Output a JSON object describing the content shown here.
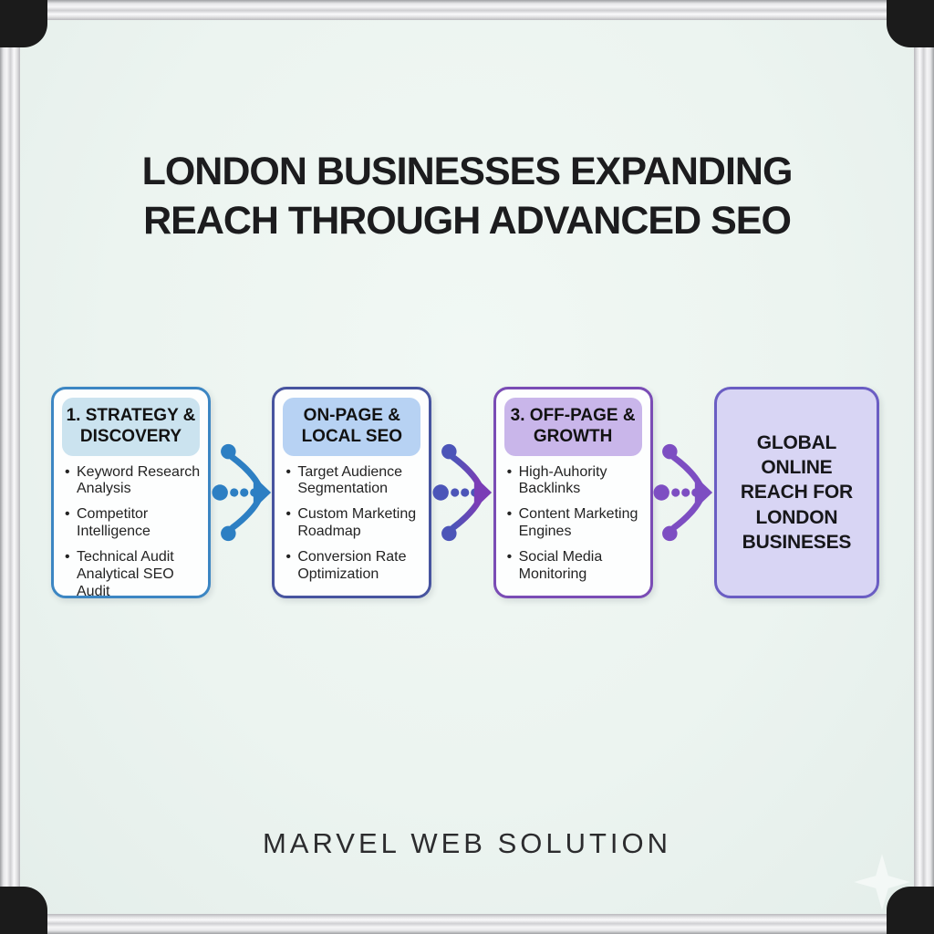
{
  "board": {
    "title": "LONDON BUSINESSES EXPANDING\nREACH THROUGH ADVANCED SEO",
    "footer_brand": "MARVEL WEB SOLUTION",
    "surface_color": "#ecf4f0",
    "frame_color": "#d9d9db",
    "corner_cap_color": "#1b1b1b"
  },
  "steps": [
    {
      "header": "1. STRATEGY &\nDISCOVERY",
      "border_color": "#3c86c3",
      "header_bg": "#cbe3ef",
      "bullets": [
        "Keyword Research Analysis",
        "Competitor Intelligence",
        "Technical Audit\nAnalytical SEO Audit"
      ]
    },
    {
      "header": "ON-PAGE &\nLOCAL SEO",
      "border_color": "#47549f",
      "header_bg": "#b7d2f3",
      "bullets": [
        "Target Audience Segmentation",
        "Custom Marketing Roadmap",
        "Conversion Rate Optimization"
      ]
    },
    {
      "header": "3. OFF-PAGE &\nGROWTH",
      "border_color": "#7a4cb5",
      "header_bg": "#c9b6ea",
      "bullets": [
        "High-Auhority Backlinks",
        "Content Marketing Engines",
        "Social Media Monitoring"
      ]
    }
  ],
  "result": {
    "label": "GLOBAL\nONLINE\nREACH FOR\nLONDON\nBUSINESES",
    "border_color": "#6a5dc3",
    "bg_color": "#d8d5f4"
  },
  "arrows": [
    {
      "dot": "#2d7fc3",
      "head": "#2d7fc3",
      "curve_start": "#2d7fc3",
      "curve_end": "#2d7fc3"
    },
    {
      "dot": "#4c55b8",
      "head": "#7a3db6",
      "curve_start": "#4c55b8",
      "curve_end": "#7b3eb4"
    },
    {
      "dot": "#7d4ec2",
      "head": "#7d4ec2",
      "curve_start": "#7d4ec2",
      "curve_end": "#7d4ec2"
    }
  ]
}
